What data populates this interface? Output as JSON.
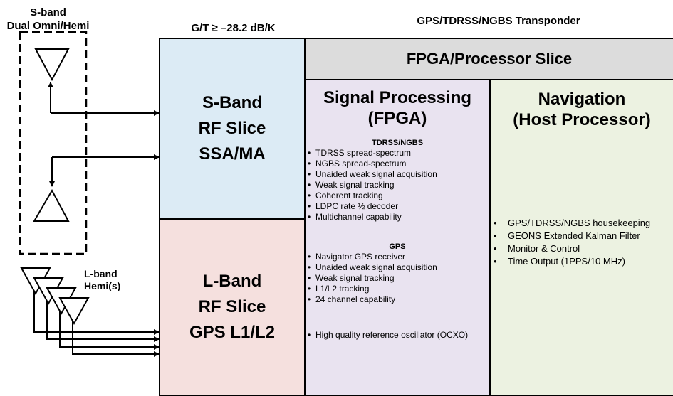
{
  "labels": {
    "sband_antenna": [
      "S-band",
      "Dual Omni/Hemi"
    ],
    "lband_antenna": [
      "L-band",
      "Hemi(s)"
    ],
    "gt_spec": "G/T ≥ –28.2 dB/K",
    "transponder": "GPS/TDRSS/NGBS Transponder"
  },
  "fpga_slice": {
    "title": "FPGA/Processor Slice"
  },
  "sband_rf": {
    "lines": [
      "S-Band",
      "RF Slice",
      "SSA/MA"
    ],
    "color": "#dcebf5"
  },
  "lband_rf": {
    "lines": [
      "L-Band",
      "RF Slice",
      "GPS L1/L2"
    ],
    "color": "#f5e0de"
  },
  "signal_processing": {
    "title": [
      "Signal Processing",
      "(FPGA)"
    ],
    "color": "#e9e3f0",
    "groups": [
      {
        "heading": "TDRSS/NGBS",
        "items": [
          "TDRSS spread-spectrum",
          "NGBS spread-spectrum",
          "Unaided weak signal acquisition",
          "Weak signal tracking",
          "Coherent tracking",
          "LDPC rate ½ decoder",
          "Multichannel capability"
        ]
      },
      {
        "heading": "GPS",
        "items": [
          "Navigator GPS receiver",
          "Unaided weak signal acquisition",
          "Weak signal tracking",
          "L1/L2 tracking",
          "24 channel capability"
        ]
      }
    ],
    "footer_items": [
      "High quality reference oscillator (OCXO)"
    ]
  },
  "navigation": {
    "title": [
      "Navigation",
      "(Host Processor)"
    ],
    "color": "#ecf2e1",
    "items": [
      "GPS/TDRSS/NGBS housekeeping",
      "GEONS Extended Kalman Filter",
      "Monitor & Control",
      "Time Output (1PPS/10 MHz)"
    ]
  },
  "colors": {
    "fpga_header": "#dcdcdc",
    "line": "#000000"
  }
}
